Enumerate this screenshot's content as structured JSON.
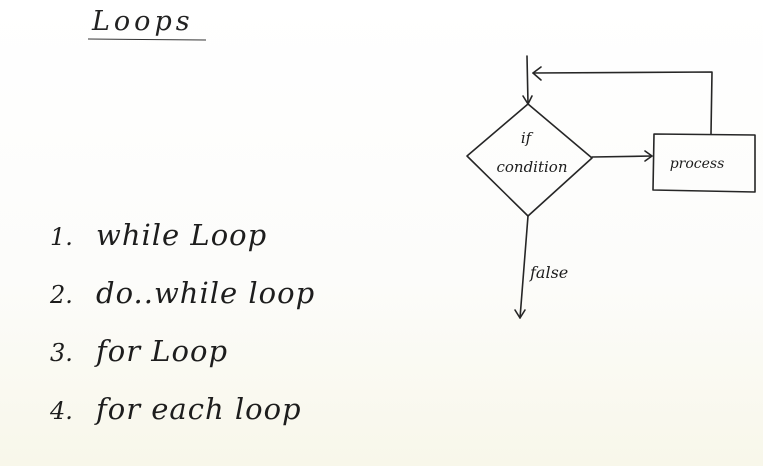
{
  "title": "Loops",
  "loop_types": [
    {
      "number": "1.",
      "label": "while Loop"
    },
    {
      "number": "2.",
      "label": "do..while loop"
    },
    {
      "number": "3.",
      "label": "for Loop"
    },
    {
      "number": "4.",
      "label": "for each loop"
    }
  ],
  "flowchart": {
    "condition_line1": "if",
    "condition_line2": "condition",
    "process_label": "process",
    "false_label": "false"
  }
}
